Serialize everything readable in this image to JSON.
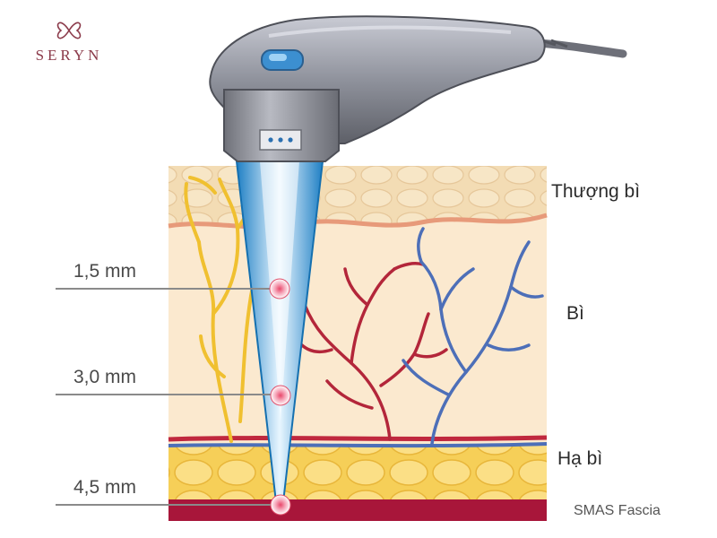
{
  "brand": {
    "name": "SERYN",
    "color": "#8b3a4a"
  },
  "layers": [
    {
      "name": "Thượng bì",
      "color": "#f0d8b0"
    },
    {
      "name": "Bì",
      "color": "#fbe9cf"
    },
    {
      "name": "Hạ bì",
      "color": "#f3c545"
    },
    {
      "name": "SMAS Fascia",
      "color": "#a8163a"
    }
  ],
  "depths": [
    "1,5 mm",
    "3,0 mm",
    "4,5 mm"
  ],
  "colors": {
    "beam": "#3aa0d8",
    "artery": "#b3263a",
    "vein": "#4d6fb8",
    "nerve": "#f0c030"
  },
  "icons": [
    "ultrasound-handpiece-icon",
    "focal-point-icon",
    "seryn-logo-icon"
  ]
}
